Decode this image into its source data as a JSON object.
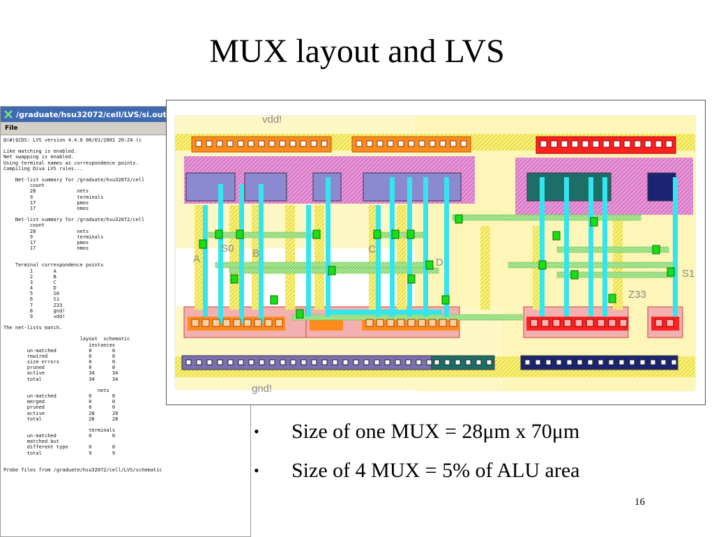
{
  "slide": {
    "title": "MUX layout and LVS",
    "bullets": [
      "Size of one MUX = 28μm x 70μm",
      "Size of 4 MUX =  5% of ALU area"
    ],
    "page_number": "16"
  },
  "window": {
    "title": "/graduate/hsu32072/cell/LVS/si.out",
    "menu": [
      "File"
    ],
    "output_lines": [
      "@(#)$CDS: LVS version 4.4.6 06/01/2001 20:24 (c",
      "",
      "Like matching is enabled.",
      "Net swapping is enabled.",
      "Using terminal names as correspondence points.",
      "Compiling Diva LVS rules...",
      "",
      "    Net-list summary for /graduate/hsu32072/cell",
      "         count",
      "         28              nets",
      "         9               terminals",
      "         17              pmos",
      "         17              nmos",
      "",
      "    Net-list summary for /graduate/hsu32072/cell",
      "         count",
      "         28              nets",
      "         9               terminals",
      "         17              pmos",
      "         17              nmos",
      "",
      "",
      "    Terminal correspondence points",
      "         1       A",
      "         2       B",
      "         3       C",
      "         4       D",
      "         5       S0",
      "         6       S1",
      "         7       Z33",
      "         8       gnd!",
      "         9       vdd!",
      "",
      "The net-lists match.",
      "",
      "                          layout  schematic",
      "                             instances",
      "        un-matched           0       0",
      "        rewired              0       0",
      "        size errors          0       0",
      "        pruned               0       0",
      "        active               34      34",
      "        total                34      34",
      "",
      "                                nets",
      "        un-matched           0       0",
      "        merged               0       0",
      "        pruned               0       0",
      "        active               28      28",
      "        total                28      28",
      "",
      "                             terminals",
      "        un-matched           0       0",
      "        matched but",
      "        different type       0       0",
      "        total                9       9",
      "",
      "",
      "Probe files from /graduate/hsu32072/cell/LVS/schematic"
    ]
  },
  "layout": {
    "labels": {
      "vdd": "vdd!",
      "gnd": "gnd!",
      "a": "A",
      "s0": "S0",
      "b": "B",
      "c": "C",
      "d": "D",
      "s1": "S1",
      "z33": "Z33"
    },
    "colors": {
      "poly": "#e8e000",
      "metal1": "#33e5ee",
      "metal2": "#8cdc73",
      "pdiff": "#d97bd3",
      "ndiff": "#ef8a8a",
      "well": "#fff3b0",
      "contact_orange": "#ff8a1e",
      "contact_red": "#ff2020",
      "gnd_rail_purple": "#7a6fb0",
      "gnd_rail_teal": "#1e6e68",
      "gnd_rail_navy": "#1a2470",
      "via": "#16e016"
    }
  }
}
